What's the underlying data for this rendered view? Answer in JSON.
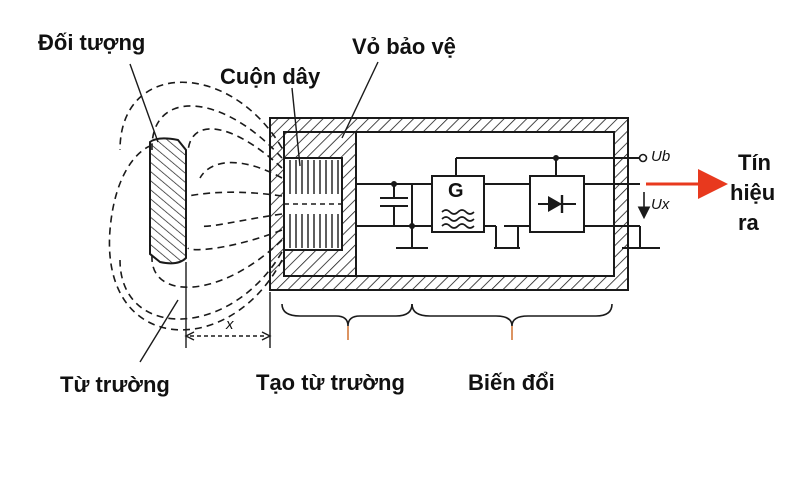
{
  "labels": {
    "object": "Đối tượng",
    "housing": "Vỏ bảo vệ",
    "coil": "Cuộn dây",
    "field": "Từ trường",
    "field_gen": "Tạo từ trường",
    "converter": "Biến đổi",
    "output_line1": "Tín",
    "output_line2": "hiệu",
    "output_line3": "ra",
    "supply": "Ub",
    "voltage_out": "Ux",
    "distance": "x",
    "generator": "G"
  },
  "colors": {
    "ink": "#1a1a1a",
    "arrow": "#e8391e",
    "brace_tick": "#d47a3a"
  }
}
